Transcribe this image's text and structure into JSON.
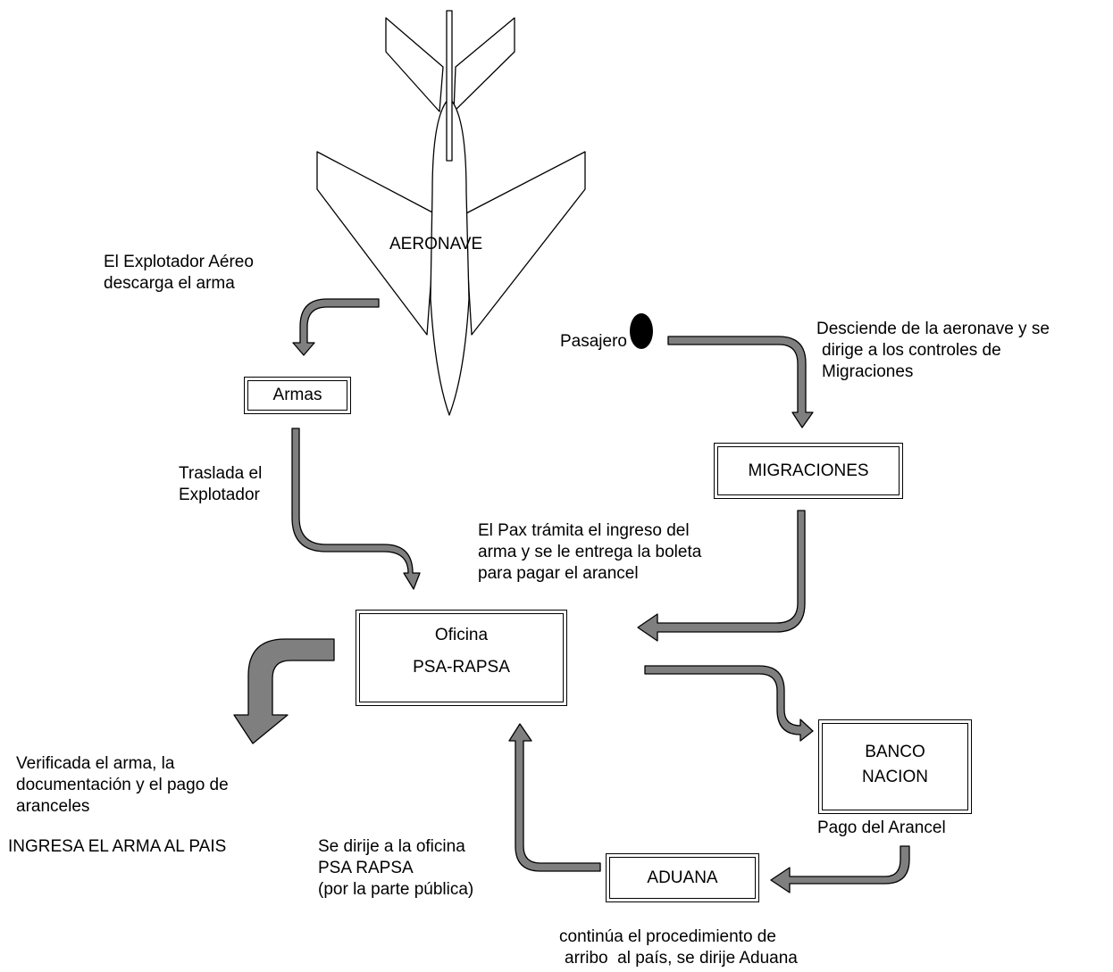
{
  "aircraft": {
    "label": "AERONAVE",
    "icon": "airplane-icon"
  },
  "passenger": {
    "label": "Pasajero",
    "icon": "passenger-dot-icon"
  },
  "boxes": {
    "armas": "Armas",
    "migraciones": "MIGRACIONES",
    "oficina_line1": "Oficina",
    "oficina_line2": "PSA-RAPSA",
    "banco_line1": "BANCO",
    "banco_line2": "NACION",
    "aduana": "ADUANA"
  },
  "notes": {
    "explotador_descarga": [
      "El Explotador Aéreo",
      "descarga el arma"
    ],
    "traslada": [
      "Traslada el",
      "Explotador"
    ],
    "desciende": [
      "Desciende de la aeronave y se",
      "dirige a los controles de",
      "Migraciones"
    ],
    "pax_tramita": [
      "El Pax trámita el ingreso del",
      "arma y se le entrega la boleta",
      "para pagar el arancel"
    ],
    "verificada": [
      "Verificada el arma, la",
      "documentación y el pago de",
      "aranceles"
    ],
    "ingresa": "INGRESA EL ARMA AL PAIS",
    "pago_arancel": "Pago del Arancel",
    "se_dirije": [
      "Se dirije a la oficina",
      "PSA RAPSA",
      "(por la parte pública)"
    ],
    "continua": [
      "continúa el procedimiento de",
      "arribo  al país, se dirije Aduana"
    ]
  },
  "colors": {
    "arrow_fill": "#7f7f7f",
    "line": "#000000",
    "background": "#ffffff"
  }
}
